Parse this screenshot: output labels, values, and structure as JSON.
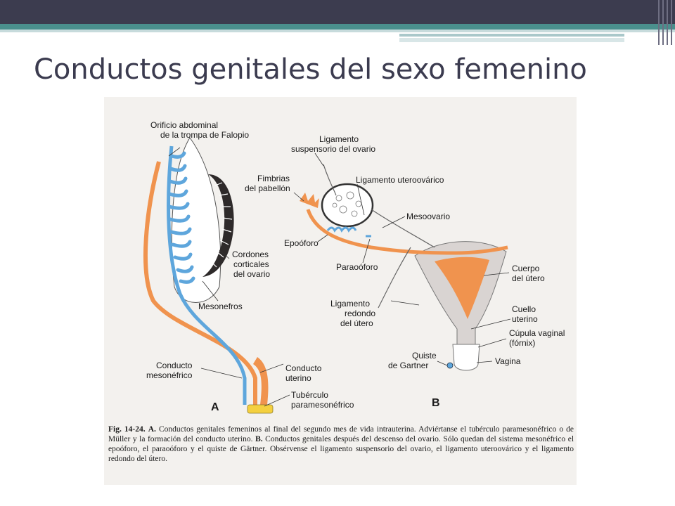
{
  "slide": {
    "title": "Conductos genitales del sexo femenino"
  },
  "figure": {
    "panel_a_label": "A",
    "panel_b_label": "B",
    "labels_a": {
      "orificio_1": "Orificio abdominal",
      "orificio_2": "de la trompa de Falopio",
      "cordones_1": "Cordones",
      "cordones_2": "corticales",
      "cordones_3": "del ovario",
      "mesonefros": "Mesonefros",
      "conducto_meso_1": "Conducto",
      "conducto_meso_2": "mesonéfrico",
      "conducto_ut_1": "Conducto",
      "conducto_ut_2": "uterino",
      "tuberculo_1": "Tubérculo",
      "tuberculo_2": "paramesonéfrico"
    },
    "labels_b": {
      "lig_susp_1": "Ligamento",
      "lig_susp_2": "suspensorio del ovario",
      "fimbrias_1": "Fimbrias",
      "fimbrias_2": "del pabellón",
      "lig_utero": "Ligamento uteroovárico",
      "mesoovario": "Mesoovario",
      "epooforo": "Epoóforo",
      "paraooforo": "Paraoóforo",
      "cuerpo_1": "Cuerpo",
      "cuerpo_2": "del útero",
      "lig_redondo_1": "Ligamento",
      "lig_redondo_2": "redondo",
      "lig_redondo_3": "del útero",
      "cuello_1": "Cuello",
      "cuello_2": "uterino",
      "cupula_1": "Cúpula vaginal",
      "cupula_2": "(fórnix)",
      "quiste_1": "Quiste",
      "quiste_2": "de Gartner",
      "vagina": "Vagina"
    },
    "caption": {
      "fig_label": "Fig. 14-24.",
      "a_marker": "A.",
      "a_text": "Conductos genitales femeninos al final del segundo mes de vida intrauterina. Adviértanse el tubérculo paramesonéfrico o de Müller y la formación del conducto uterino.",
      "b_marker": "B.",
      "b_text": "Conductos genitales después del descenso del ovario. Sólo quedan del sistema mesonéfrico el epoóforo, el paraoóforo y el quiste de Gärtner. Obsérvense el ligamento suspensorio del ovario, el ligamento uteroovárico y el ligamento redondo del útero."
    },
    "colors": {
      "paramesonephric": "#f0934e",
      "mesonephric": "#5ea6dc",
      "cortex": "#2e2a2a",
      "uterus_wall": "#d9d4d2"
    }
  }
}
